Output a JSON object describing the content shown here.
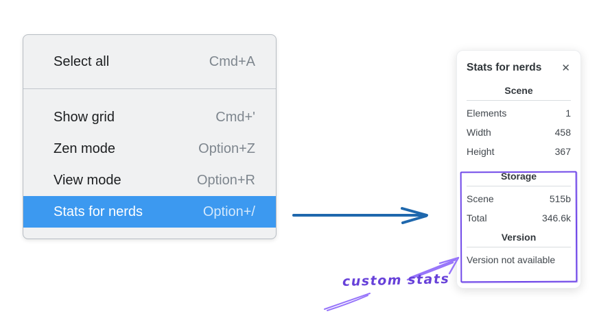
{
  "menu": {
    "sections": [
      {
        "items": [
          {
            "label": "Select all",
            "shortcut": "Cmd+A"
          }
        ]
      },
      {
        "items": [
          {
            "label": "Show grid",
            "shortcut": "Cmd+'"
          },
          {
            "label": "Zen mode",
            "shortcut": "Option+Z"
          },
          {
            "label": "View mode",
            "shortcut": "Option+R"
          },
          {
            "label": "Stats for nerds",
            "shortcut": "Option+/"
          }
        ]
      }
    ],
    "highlighted_item": "Stats for nerds"
  },
  "stats_panel": {
    "title": "Stats for nerds",
    "close_icon": "✕",
    "scene": {
      "heading": "Scene",
      "rows": [
        {
          "label": "Elements",
          "value": "1"
        },
        {
          "label": "Width",
          "value": "458"
        },
        {
          "label": "Height",
          "value": "367"
        }
      ]
    },
    "storage": {
      "heading": "Storage",
      "rows": [
        {
          "label": "Scene",
          "value": "515b"
        },
        {
          "label": "Total",
          "value": "346.6k"
        }
      ]
    },
    "version": {
      "heading": "Version",
      "note": "Version not available"
    }
  },
  "annotation": {
    "label": "custom stats"
  },
  "colors": {
    "menu_highlight": "#3c99f0",
    "menu_background": "#f0f1f2",
    "arrow_blue": "#1f68ad",
    "annotation_text": "#6741d9",
    "annotation_arrow": "#9775fa",
    "storage_box": "#7048e8"
  }
}
